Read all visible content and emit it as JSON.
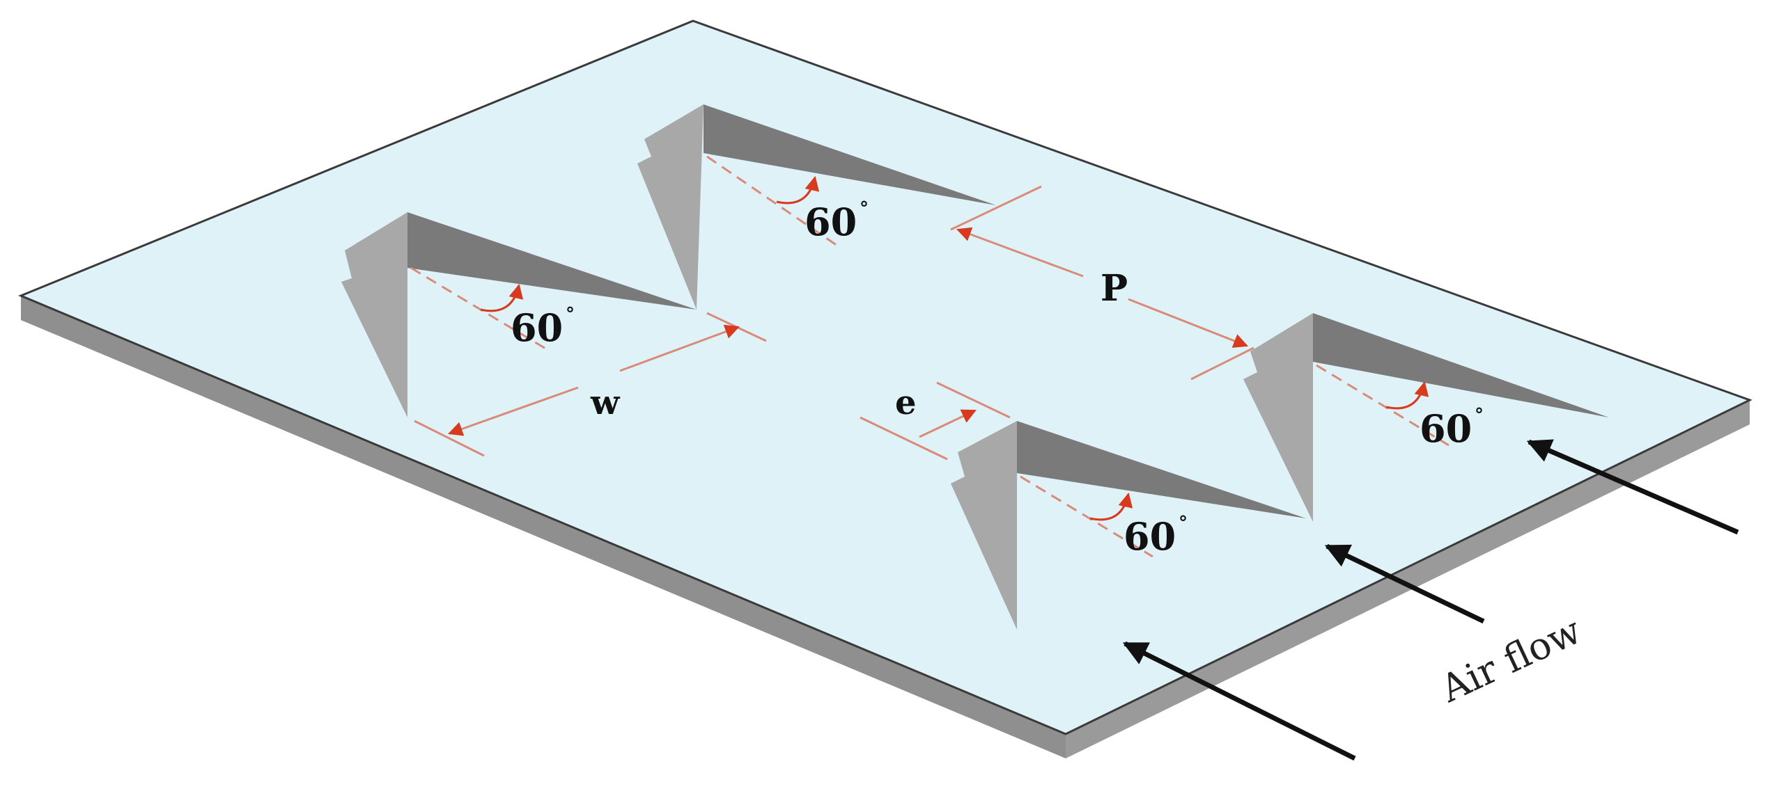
{
  "labels": {
    "w": "w",
    "p": "P",
    "e": "e",
    "angle": "60",
    "degree": "°",
    "air_flow": "Air flow"
  },
  "colors": {
    "plate_top": "#dff2f7",
    "plate_edge": "#8f8f8f",
    "plate_outline": "#3a3a3a",
    "rib_dark": "#7a7a7a",
    "rib_light": "#a8a8a8",
    "dimension_line": "#d98a78",
    "dimension_arrow": "#d83a1e",
    "angle_marker": "#d83a1e",
    "flow_arrow": "#111111"
  }
}
